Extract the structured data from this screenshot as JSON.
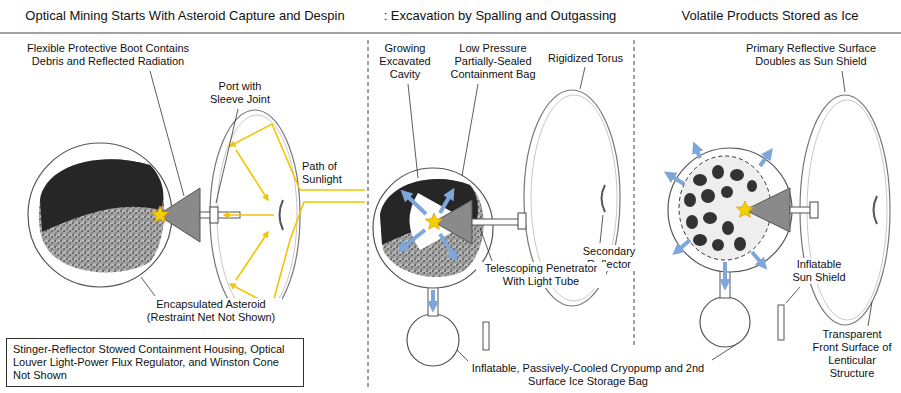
{
  "diagram": {
    "nodes": [
      {
        "text": [
          "Stinger-Reflector Stowed Containment Housing, Optical Louver Light-Power Flux Regulator, and Winston Cone Not Shown"
        ]
      }
    ],
    "labels": [
      "Optical Mining Starts With Asteroid Capture and Despin",
      ": Excavation by Spalling and Outgassing",
      "Volatile Products Stored as Ice",
      "Flexible Protective Boot Contains Debris and Reflected Radiation",
      "Port with Sleeve Joint",
      "Path of Sunlight",
      "Encapsulated Asteroid (Restraint Net Not Shown)",
      "Growing Excavated Cavity",
      "Low Pressure Partially-Sealed Containment Bag",
      "Rigidized Torus",
      "Secondary Reflector",
      "Telescoping Penetrator With Light Tube",
      "Inflatable, Passively-Cooled Cryopump and 2nd Surface Ice Storage Bag",
      "Primary Reflective Surface Doubles as Sun Shield",
      "Inflatable Sun Shield",
      "Transparent Front Surface of Lenticular Structure"
    ]
  }
}
